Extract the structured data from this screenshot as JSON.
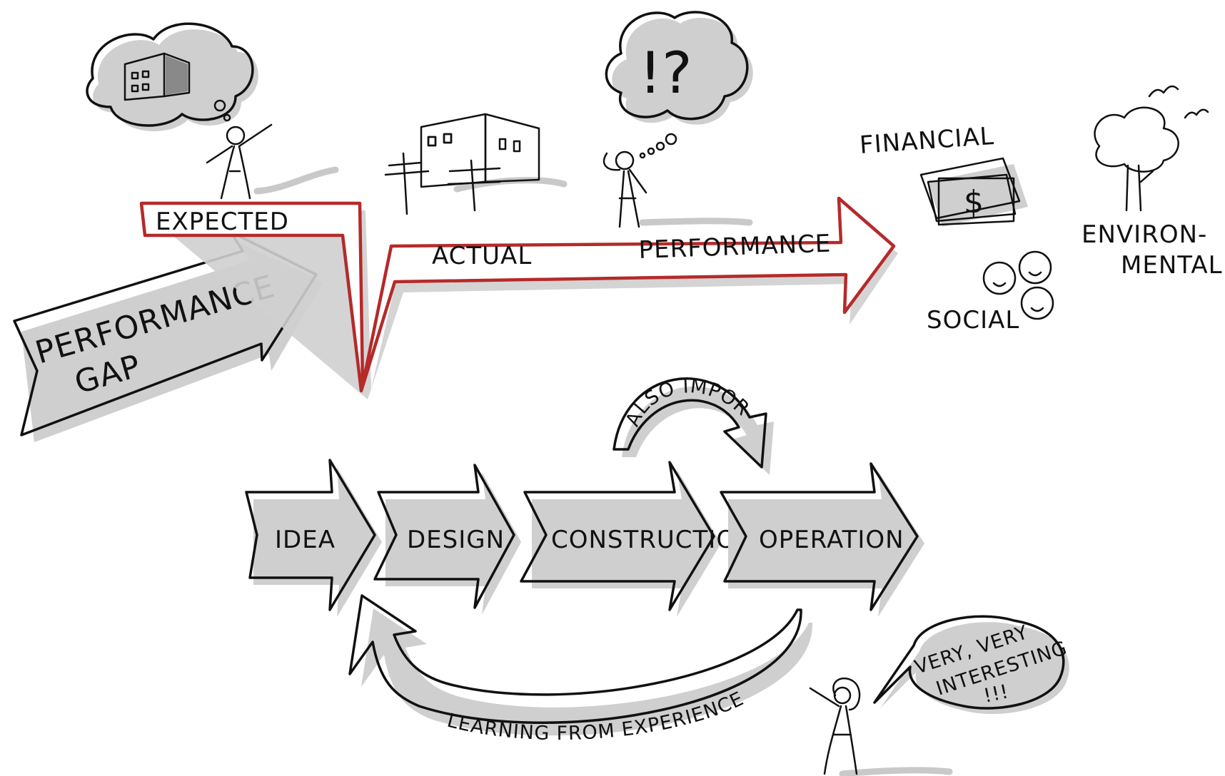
{
  "performance_gap": {
    "label_line1": "PERFORMANCE",
    "label_line2": "GAP"
  },
  "main_arrow": {
    "expected": "EXPECTED",
    "actual": "ACTUAL",
    "performance": "PERFORMANCE"
  },
  "thought_bubble_exclaim": "!?",
  "impacts": {
    "financial": "FINANCIAL",
    "currency_symbol": "$",
    "social": "SOCIAL",
    "environmental_line1": "ENVIRON-",
    "environmental_line2": "MENTAL"
  },
  "stages": [
    {
      "label": "IDEA"
    },
    {
      "label": "DESIGN"
    },
    {
      "label": "CONSTRUCTION"
    },
    {
      "label": "OPERATION"
    }
  ],
  "also_important": "ALSO IMPORTANT",
  "learning_loop": "LEARNING FROM EXPERIENCE",
  "speech_bubble": {
    "line1": "VERY, VERY",
    "line2": "INTERESTING",
    "line3": "!!!"
  },
  "colors": {
    "ink": "#111111",
    "red": "#b52a2a",
    "shadow": "#cfcfcf"
  }
}
